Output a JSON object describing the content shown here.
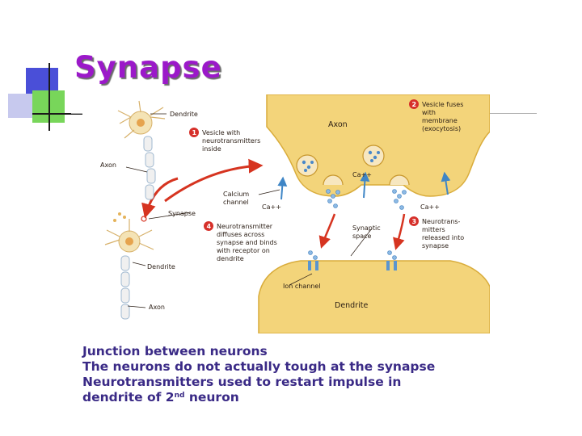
{
  "slide": {
    "title": "Synapse",
    "caption": {
      "line1": "Junction between neurons",
      "line2": "The neurons do not actually tough at the synapse",
      "line3": "Neurotransmitters used to restart impulse in",
      "line4_pre": "dendrite of 2",
      "line4_sup": "nd",
      "line4_post": " neuron"
    }
  },
  "diagram": {
    "labels": {
      "dendrite_top": "Dendrite",
      "axon_left": "Axon",
      "synapse_left": "Synapse",
      "dendrite_left": "Dendrite",
      "axon_bottom": "Axon",
      "axon_terminal": "Axon",
      "dendrite_bottom": "Dendrite",
      "ca_inside": "Ca++",
      "ca_left": "Ca++",
      "ca_right": "Ca++",
      "calcium_1": "Calcium",
      "calcium_2": "channel",
      "synaptic_1": "Synaptic",
      "synaptic_2": "space",
      "ion_channel": "Ion channel"
    },
    "steps": [
      {
        "num": "1",
        "lines": [
          "Vesicle with",
          "neurotransmitters",
          "inside"
        ]
      },
      {
        "num": "2",
        "lines": [
          "Vesicle fuses",
          "with",
          "membrane",
          "(exocytosis)"
        ]
      },
      {
        "num": "3",
        "lines": [
          "Neurotrans-",
          "mitters",
          "released into",
          "synapse"
        ]
      },
      {
        "num": "4",
        "lines": [
          "Neurotransmitter",
          "diffuses across",
          "synapse and binds",
          "with receptor on",
          "dendrite"
        ]
      }
    ],
    "colors": {
      "cell": "#f3d47a",
      "cell_dark": "#d9ac3b",
      "step_badge": "#d6302a",
      "arrow": "#d63420",
      "channel": "#3f86c6"
    }
  }
}
